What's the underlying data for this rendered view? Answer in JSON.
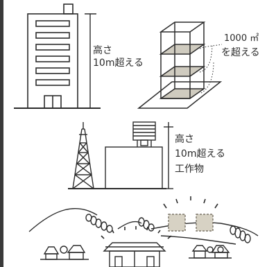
{
  "colors": {
    "line": "#2b2b2b",
    "floor_fill": "#cfcbbf",
    "box_fill": "#d7d2c4",
    "box_stroke": "#7a7468",
    "sidebar": "#3a3a3a"
  },
  "labels": {
    "building_height_line1": "高さ",
    "building_height_line2": "10m超える",
    "floor_area_value": "1000 ㎡",
    "floor_area_suffix": "を超える",
    "structure_height_line1": "高さ",
    "structure_height_line2": "10m超える",
    "structure_kind": "工作物"
  }
}
